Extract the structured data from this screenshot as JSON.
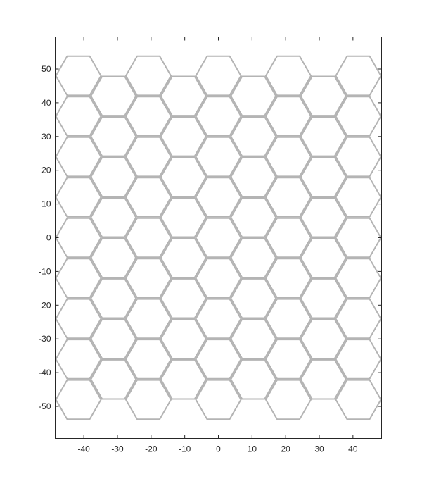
{
  "chart_data": {
    "type": "hexagonal-grid",
    "title": "",
    "xlabel": "",
    "ylabel": "",
    "xlim": [
      -48.5,
      48.5
    ],
    "ylim": [
      -59.5,
      59.5
    ],
    "x_ticks": [
      -40,
      -30,
      -20,
      -10,
      0,
      10,
      20,
      30,
      40
    ],
    "y_ticks": [
      -50,
      -40,
      -30,
      -20,
      -10,
      0,
      10,
      20,
      30,
      40,
      50
    ],
    "x_tick_labels": [
      "-40",
      "-30",
      "-20",
      "-10",
      "0",
      "10",
      "20",
      "30",
      "40"
    ],
    "y_tick_labels": [
      "-50",
      "-40",
      "-30",
      "-20",
      "-10",
      "0",
      "10",
      "20",
      "30",
      "40",
      "50"
    ],
    "hex_radius": 6.7,
    "hex_columns_x": [
      -41.6,
      -31.2,
      -20.8,
      -10.4,
      0,
      10.4,
      20.8,
      31.2,
      41.6
    ],
    "hex_rows_even_y": [
      -48,
      -36,
      -24,
      -12,
      0,
      12,
      24,
      36,
      48
    ],
    "hex_rows_odd_y": [
      -42,
      -30,
      -18,
      -6,
      6,
      18,
      30,
      42
    ],
    "grid": false,
    "legend": "none",
    "hex_color": "#b4b4b4",
    "axis_color": "#262626"
  }
}
